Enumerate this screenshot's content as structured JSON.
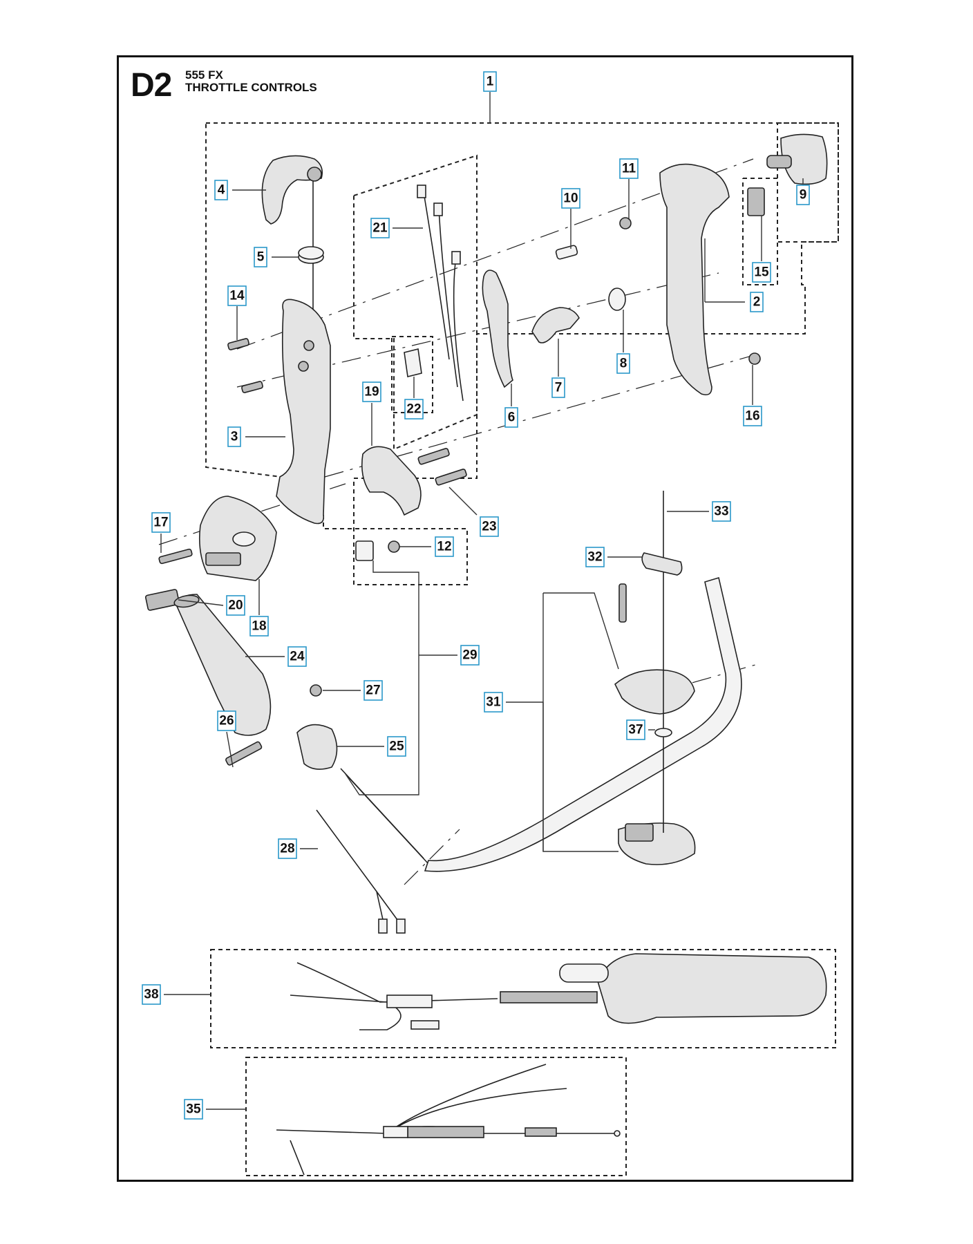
{
  "header": {
    "section_code": "D2",
    "model": "555 FX",
    "title": "THROTTLE CONTROLS"
  },
  "callouts": [
    "1",
    "2",
    "3",
    "4",
    "5",
    "6",
    "7",
    "8",
    "9",
    "10",
    "11",
    "12",
    "14",
    "15",
    "16",
    "17",
    "18",
    "19",
    "20",
    "21",
    "22",
    "23",
    "24",
    "25",
    "26",
    "27",
    "28",
    "29",
    "31",
    "32",
    "33",
    "35",
    "37",
    "38"
  ]
}
